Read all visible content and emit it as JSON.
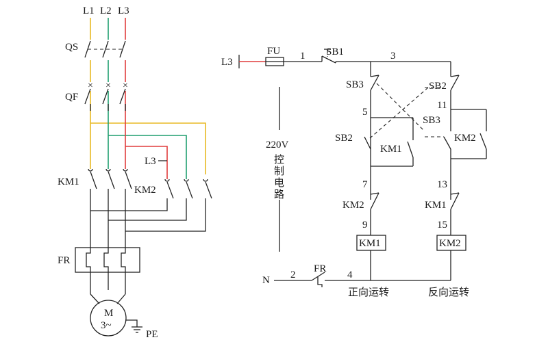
{
  "colors": {
    "L1": "#e8b923",
    "L2": "#1f9e6f",
    "L3": "#e03c3c",
    "wire": "#222222"
  },
  "labels": {
    "L1": "L1",
    "L2": "L2",
    "L3": "L3",
    "QS": "QS",
    "QF": "QF",
    "KM1": "KM1",
    "KM2": "KM2",
    "FR": "FR",
    "L3_tap": "L3",
    "M": "M",
    "motor_sub": "3~",
    "PE": "PE",
    "ctrl_L3": "L3",
    "FU": "FU",
    "SB1": "SB1",
    "SB2": "SB2",
    "SB3": "SB3",
    "N": "N",
    "FR_ctrl": "FR",
    "node1": "1",
    "node2": "2",
    "node3": "3",
    "node4": "4",
    "node5": "5",
    "node7": "7",
    "node9": "9",
    "node11": "11",
    "node13": "13",
    "node15": "15",
    "voltage": "220V",
    "ctrl1": "控",
    "ctrl2": "制",
    "ctrl3": "电",
    "ctrl4": "路",
    "coil1": "KM1",
    "coil2": "KM2",
    "fwd": "正向运转",
    "rev": "反向运转"
  }
}
